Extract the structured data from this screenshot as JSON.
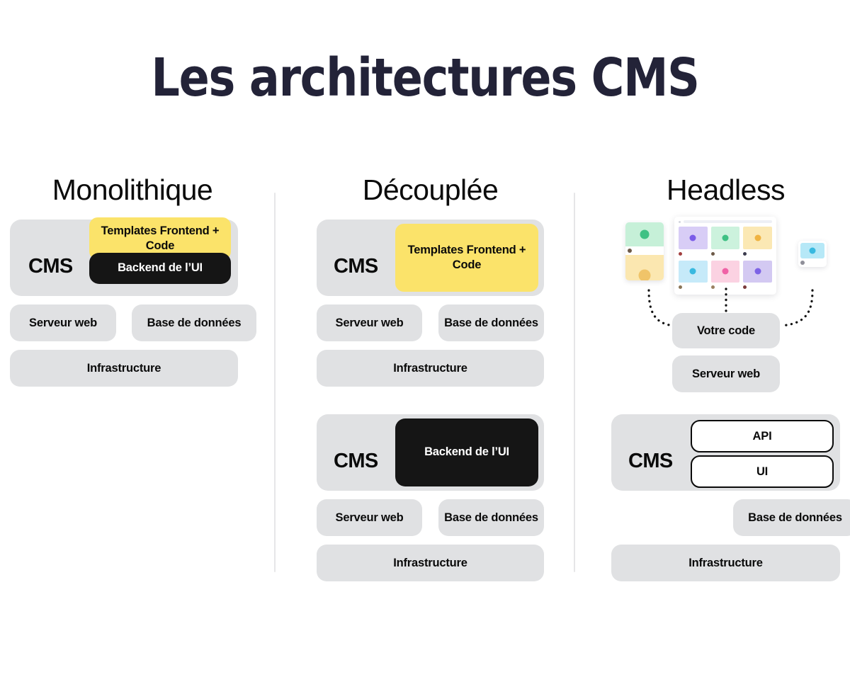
{
  "page": {
    "title": "Les architectures CMS",
    "background": "#ffffff",
    "title_color": "#232338"
  },
  "palette": {
    "gray_box": "#e0e1e3",
    "yellow": "#fbe36a",
    "black": "#151515",
    "white": "#ffffff",
    "divider": "#e6e6e8",
    "text": "#0a0a0a"
  },
  "columns": [
    {
      "id": "monolithique",
      "heading": "Monolithique",
      "cms_label": "CMS",
      "frontend_label": "Templates Frontend + Code",
      "backend_label": "Backend de l’UI",
      "server_label": "Serveur web",
      "database_label": "Base de données",
      "infrastructure_label": "Infrastructure"
    },
    {
      "id": "decouplee",
      "heading": "Découplée",
      "block1": {
        "cms_label": "CMS",
        "frontend_label": "Templates Frontend + Code",
        "server_label": "Serveur web",
        "database_label": "Base de données",
        "infrastructure_label": "Infrastructure"
      },
      "block2": {
        "cms_label": "CMS",
        "backend_label": "Backend de l’UI",
        "server_label": "Serveur web",
        "database_label": "Base de données",
        "infrastructure_label": "Infrastructure"
      }
    },
    {
      "id": "headless",
      "heading": "Headless",
      "your_code_label": "Votre code",
      "server_label": "Serveur web",
      "cms_label": "CMS",
      "api_label": "API",
      "ui_label": "UI",
      "database_label": "Base de données",
      "infrastructure_label": "Infrastructure",
      "devices": {
        "left_card_colors": [
          "#c6f0d8",
          "#fbe7b0"
        ],
        "right_card_color": "#b6e8f7",
        "grid_card_colors": [
          "#d8cdf6",
          "#ccf2dd",
          "#fbe8b4",
          "#c6eaf9",
          "#fbd2e2",
          "#d3c9f2"
        ],
        "grid_dot_colors": [
          "#7b5ce8",
          "#3fc184",
          "#f0b341",
          "#38b9e0",
          "#f062a6",
          "#7d63e6"
        ]
      }
    }
  ]
}
